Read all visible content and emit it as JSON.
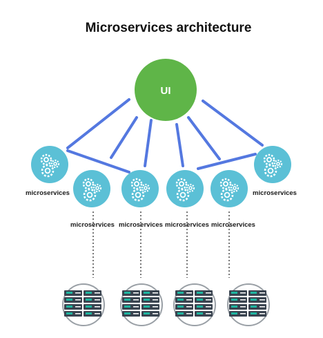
{
  "title": "Microservices architecture",
  "ui_label": "UI",
  "service_label": "microservices",
  "colors": {
    "ui_circle": "#5fb548",
    "service_circle": "#5bc0d6",
    "connector": "#5478e0",
    "dotted_line": "#777777",
    "server_body": "#3a4450",
    "server_accent": "#1fb5a0"
  },
  "icons": {
    "service": "gears-icon",
    "database": "server-rack-icon"
  }
}
